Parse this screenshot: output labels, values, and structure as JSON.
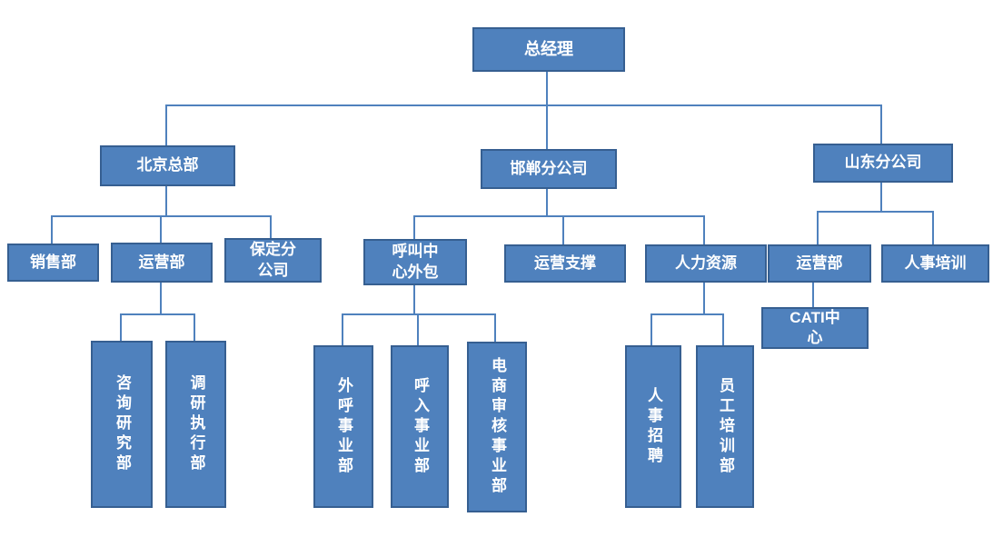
{
  "colors": {
    "box_fill": "#4f81bd",
    "box_border": "#365f91",
    "connector": "#4f81bd",
    "text": "#ffffff",
    "background": "#ffffff"
  },
  "nodes": {
    "ceo": {
      "label": "总经理"
    },
    "beijing": {
      "label": "北京总部"
    },
    "handan": {
      "label": "邯郸分公司"
    },
    "shandong": {
      "label": "山东分公司"
    },
    "sales": {
      "label": "销售部"
    },
    "ops_beijing": {
      "label": "运营部"
    },
    "baoding": {
      "label": "保定分公司"
    },
    "consulting": {
      "label": "咨询研究部"
    },
    "survey": {
      "label": "调研执行部"
    },
    "call_center": {
      "label": "呼叫中心外包"
    },
    "ops_support": {
      "label": "运营支撑"
    },
    "hr": {
      "label": "人力资源"
    },
    "outbound": {
      "label": "外呼事业部"
    },
    "inbound": {
      "label": "呼入事业部"
    },
    "ecommerce_audit": {
      "label": "电商审核事业部"
    },
    "recruiting": {
      "label": "人事招聘"
    },
    "staff_training": {
      "label": "员工培训部"
    },
    "ops_shandong": {
      "label": "运营部"
    },
    "hr_training": {
      "label": "人事培训"
    },
    "cati": {
      "label": "CATI中心"
    }
  },
  "hierarchy": {
    "总经理": [
      "北京总部",
      "邯郸分公司",
      "山东分公司"
    ],
    "北京总部": [
      "销售部",
      "运营部",
      "保定分公司"
    ],
    "运营部(北京)": [
      "咨询研究部",
      "调研执行部"
    ],
    "邯郸分公司": [
      "呼叫中心外包",
      "运营支撑",
      "人力资源"
    ],
    "呼叫中心外包": [
      "外呼事业部",
      "呼入事业部",
      "电商审核事业部"
    ],
    "人力资源": [
      "人事招聘",
      "员工培训部"
    ],
    "山东分公司": [
      "运营部",
      "人事培训"
    ],
    "运营部(山东)": [
      "CATI中心"
    ]
  }
}
